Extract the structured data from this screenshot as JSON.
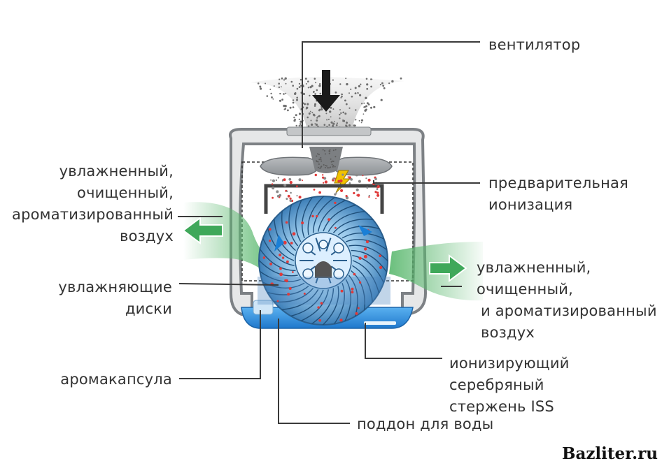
{
  "labels": {
    "fan": "вентилятор",
    "preionization": [
      "предварительная",
      "ионизация"
    ],
    "air_out_left": [
      "увлажненный,",
      "очищенный,",
      "ароматизированный",
      "воздух"
    ],
    "air_out_right": [
      "увлажненный,",
      "очищенный,",
      "и ароматизированный",
      "воздух"
    ],
    "discs": [
      "увлажняющие",
      "диски"
    ],
    "aroma_capsule": "аромакапсула",
    "iss_rod": [
      "ионизирующий",
      "серебряный",
      "стержень ISS"
    ],
    "water_tray": "поддон для воды"
  },
  "watermark": "Bazliter.ru",
  "colors": {
    "text": "#333333",
    "leader_line": "#3a3a3a",
    "casing": "#8a8d90",
    "disc_blue": "#4a90c8",
    "water_blue": "#2e8ee0",
    "airflow_green": "#44b060",
    "ion_red": "#e03a3a",
    "spark_yellow": "#f2c200"
  },
  "icons": [
    "down-arrow-icon",
    "lightning-icon",
    "left-arrow-icon",
    "right-arrow-icon"
  ]
}
